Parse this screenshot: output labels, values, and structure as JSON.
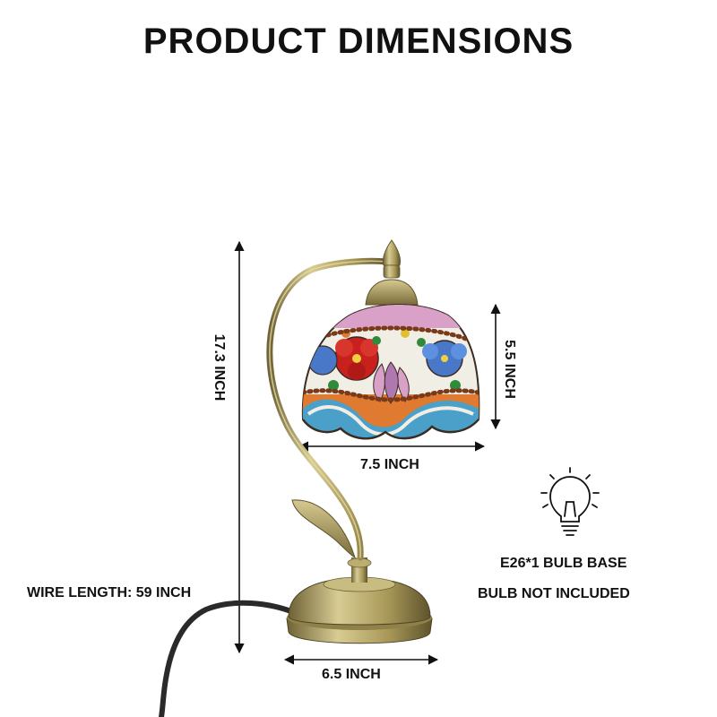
{
  "title": "PRODUCT DIMENSIONS",
  "dimensions": {
    "total_height": "17.3 INCH",
    "shade_height": "5.5 INCH",
    "shade_width": "7.5 INCH",
    "base_width": "6.5 INCH",
    "wire_length": "WIRE LENGTH: 59 INCH"
  },
  "bulb_info": {
    "icon": "light-bulb-icon",
    "base": "E26*1 BULB BASE",
    "note": "BULB NOT INCLUDED"
  },
  "colors": {
    "brass": "#a89858",
    "glass_red": "#c8201c",
    "glass_blue": "#4a78c8",
    "glass_orange": "#e07a30",
    "glass_pink": "#d9a0c8"
  }
}
